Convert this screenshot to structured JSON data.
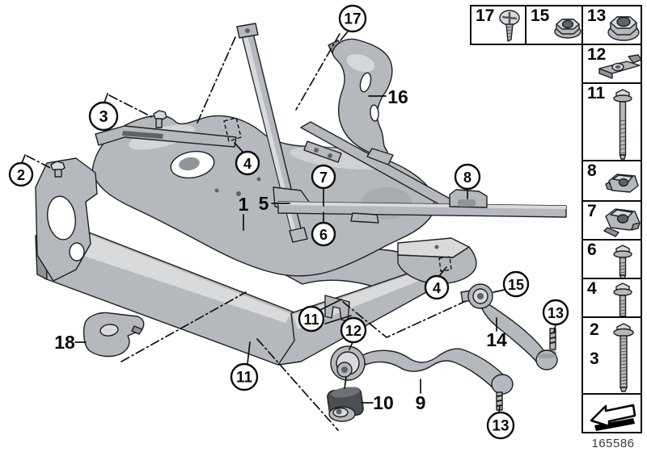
{
  "figure": {
    "drawing_number": "165586",
    "callouts_circled": [
      {
        "label": "17"
      },
      {
        "label": "3"
      },
      {
        "label": "2"
      },
      {
        "label": "4"
      },
      {
        "label": "7"
      },
      {
        "label": "8"
      },
      {
        "label": "6"
      },
      {
        "label": "4"
      },
      {
        "label": "15"
      },
      {
        "label": "13"
      },
      {
        "label": "11"
      },
      {
        "label": "12"
      },
      {
        "label": "11"
      },
      {
        "label": "13"
      }
    ],
    "callouts_plain": [
      {
        "label": "16"
      },
      {
        "label": "1"
      },
      {
        "label": "5"
      },
      {
        "label": "14"
      },
      {
        "label": "18"
      },
      {
        "label": "10"
      },
      {
        "label": "9"
      }
    ]
  },
  "sidebar": {
    "top_row": [
      {
        "label": "17",
        "part": "phillips-screw"
      },
      {
        "label": "15",
        "part": "hex-flange-nut"
      },
      {
        "label": "13",
        "part": "hex-flange-nut-large"
      }
    ],
    "column": [
      {
        "label": "12",
        "part": "cage-nut-long"
      },
      {
        "label": "11",
        "part": "hex-flange-bolt-long"
      },
      {
        "label": "8",
        "part": "cage-nut"
      },
      {
        "label": "7",
        "part": "cage-nut-wide"
      },
      {
        "label": "6",
        "part": "hex-flange-bolt-short"
      },
      {
        "label": "4",
        "part": "hex-flange-bolt"
      },
      {
        "labels": [
          "2",
          "3"
        ],
        "part": "hex-flange-bolt-full-thread"
      }
    ],
    "arrow_symbol": "direction-of-travel-arrow"
  }
}
